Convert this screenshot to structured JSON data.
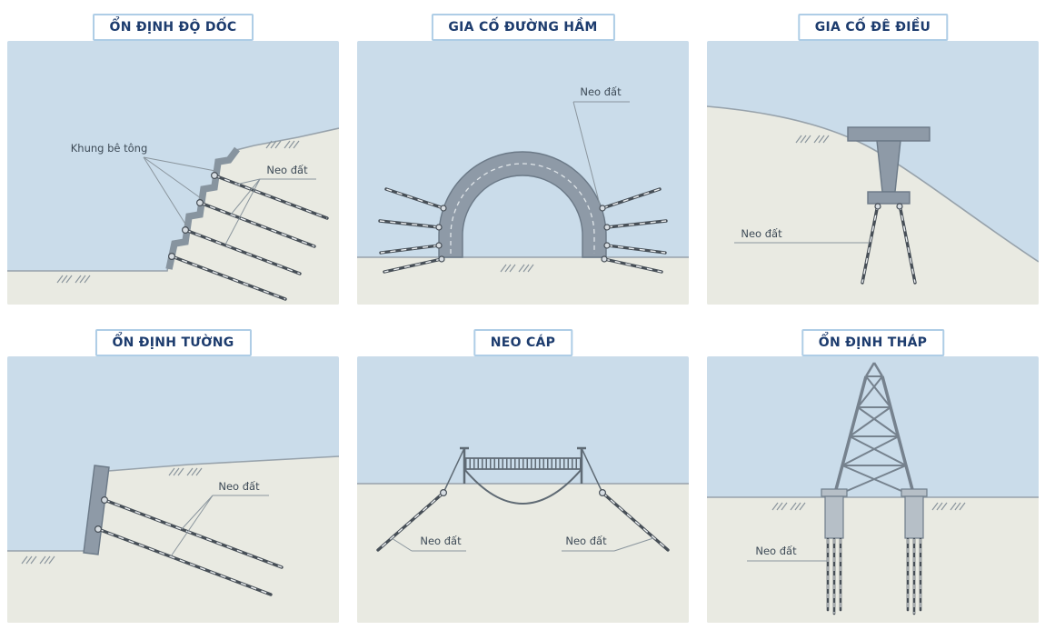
{
  "diagram": {
    "subject": "ground-anchor-applications",
    "colors": {
      "sky": "#cadcea",
      "ground": "#e9eae2",
      "structure": "#8e9aa7",
      "title_text": "#1d3c6e",
      "title_border": "#aecde6",
      "rod": "#474f57",
      "label_text": "#3d4a56"
    }
  },
  "panels": [
    {
      "title": "ỔN ĐỊNH ĐỘ DỐC",
      "labels": {
        "frame_label": "Khung bê tông",
        "anchor_label": "Neo đất"
      }
    },
    {
      "title": "GIA CỐ ĐƯỜNG HẦM",
      "labels": {
        "anchor_label": "Neo đất"
      }
    },
    {
      "title": "GIA CỐ ĐÊ ĐIỀU",
      "labels": {
        "anchor_label": "Neo đất"
      }
    },
    {
      "title": "ỔN ĐỊNH TƯỜNG",
      "labels": {
        "anchor_label": "Neo đất"
      }
    },
    {
      "title": "NEO CÁP",
      "labels": {
        "anchor_label_left": "Neo đất",
        "anchor_label_right": "Neo đất"
      }
    },
    {
      "title": "ỔN ĐỊNH THÁP",
      "labels": {
        "anchor_label": "Neo đất"
      }
    }
  ]
}
